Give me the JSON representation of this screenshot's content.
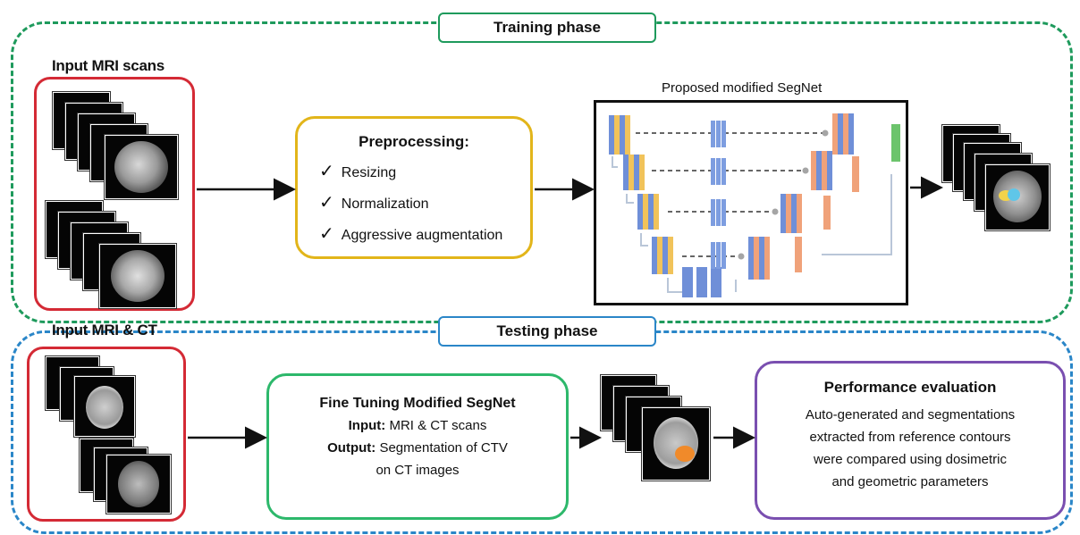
{
  "training": {
    "phase_label": "Training phase",
    "input_label": "Input MRI scans",
    "preprocessing": {
      "title": "Preprocessing:",
      "items": [
        "Resizing",
        "Normalization",
        "Aggressive augmentation"
      ],
      "check_glyph": "✓"
    },
    "network_label": "Proposed modified SegNet"
  },
  "testing": {
    "phase_label": "Testing phase",
    "input_label": "Input MRI & CT",
    "fine_tuning": {
      "title": "Fine Tuning Modified SegNet",
      "input_key": "Input:",
      "input_value": " MRI & CT scans",
      "output_key": "Output:",
      "output_value": " Segmentation of CTV",
      "output_value_2": "on CT images"
    },
    "evaluation": {
      "title": "Performance evaluation",
      "lines": [
        "Auto-generated and segmentations",
        "extracted from reference contours",
        "were compared using dosimetric",
        "and geometric parameters"
      ]
    }
  },
  "colors": {
    "training_frame": "#1e9a5c",
    "testing_frame": "#2a86c8",
    "input_box": "#d42a35",
    "preprocessing_box": "#e2b51a",
    "fine_tuning_box": "#2db86b",
    "evaluation_box": "#7a4fb0",
    "arrow": "#111111",
    "feature_blue": "#6f8fd8",
    "feature_yellow": "#f1c35a",
    "feature_orange": "#f0a27a",
    "feature_green": "#6cc46c"
  }
}
